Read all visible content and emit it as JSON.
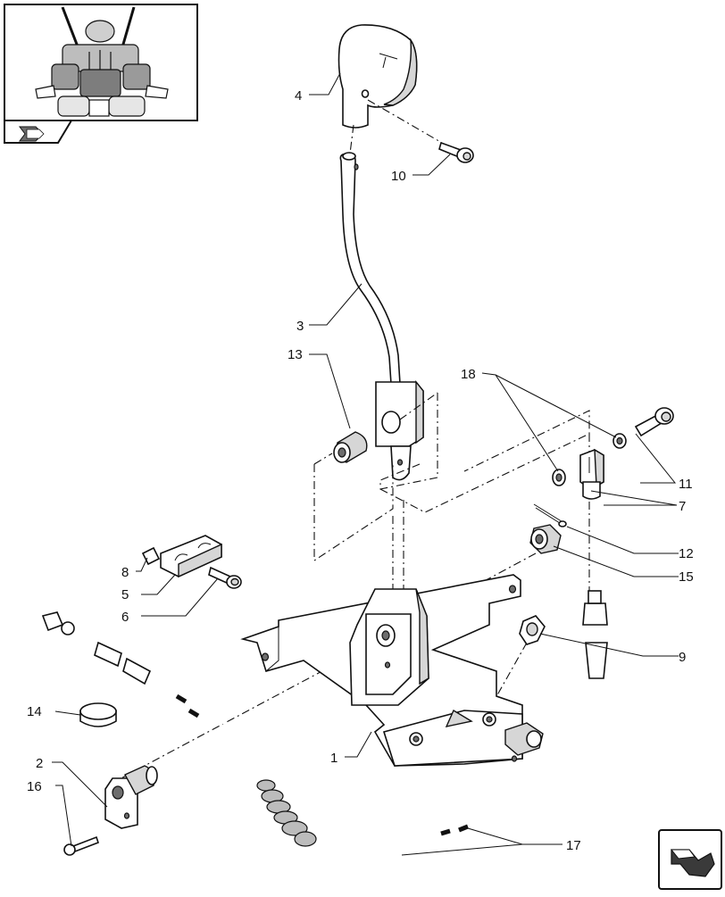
{
  "callouts": [
    {
      "id": "c4",
      "label": "4"
    },
    {
      "id": "c10",
      "label": "10"
    },
    {
      "id": "c3",
      "label": "3"
    },
    {
      "id": "c13",
      "label": "13"
    },
    {
      "id": "c18",
      "label": "18"
    },
    {
      "id": "c11",
      "label": "11"
    },
    {
      "id": "c7",
      "label": "7"
    },
    {
      "id": "c12",
      "label": "12"
    },
    {
      "id": "c15",
      "label": "15"
    },
    {
      "id": "c8",
      "label": "8"
    },
    {
      "id": "c5",
      "label": "5"
    },
    {
      "id": "c6",
      "label": "6"
    },
    {
      "id": "c9",
      "label": "9"
    },
    {
      "id": "c14",
      "label": "14"
    },
    {
      "id": "c1",
      "label": "1"
    },
    {
      "id": "c2",
      "label": "2"
    },
    {
      "id": "c16",
      "label": "16"
    },
    {
      "id": "c17",
      "label": "17"
    }
  ],
  "colors": {
    "line": "#111111",
    "background": "#ffffff"
  },
  "icons": {
    "thumbnail": "tractor-cab-thumbnail",
    "thumbnail_badge": "arrow-badge-icon",
    "nav": "return-arrow-icon"
  }
}
